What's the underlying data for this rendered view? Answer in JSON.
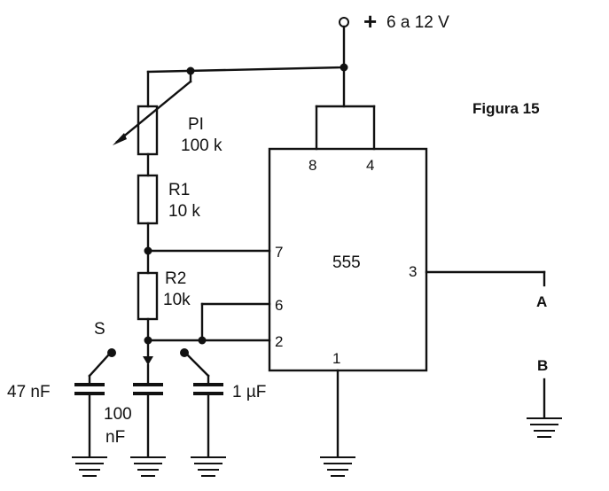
{
  "figure_title": "Figura 15",
  "supply": {
    "plus": "+",
    "label": "6 a 12 V"
  },
  "ic": {
    "name": "555",
    "pins": {
      "p8": "8",
      "p4": "4",
      "p7": "7",
      "p6": "6",
      "p2": "2",
      "p3": "3",
      "p1": "1"
    }
  },
  "potentiometer": {
    "name": "PI",
    "value": "100 k"
  },
  "r1": {
    "name": "R1",
    "value": "10 k"
  },
  "r2": {
    "name": "R2",
    "value": "10k"
  },
  "switch": {
    "label": "S"
  },
  "capacitors": {
    "c47": "47 nF",
    "c100_line1": "100",
    "c100_line2": "nF",
    "c1u": "1 µF"
  },
  "outputs": {
    "a": "A",
    "b": "B"
  }
}
